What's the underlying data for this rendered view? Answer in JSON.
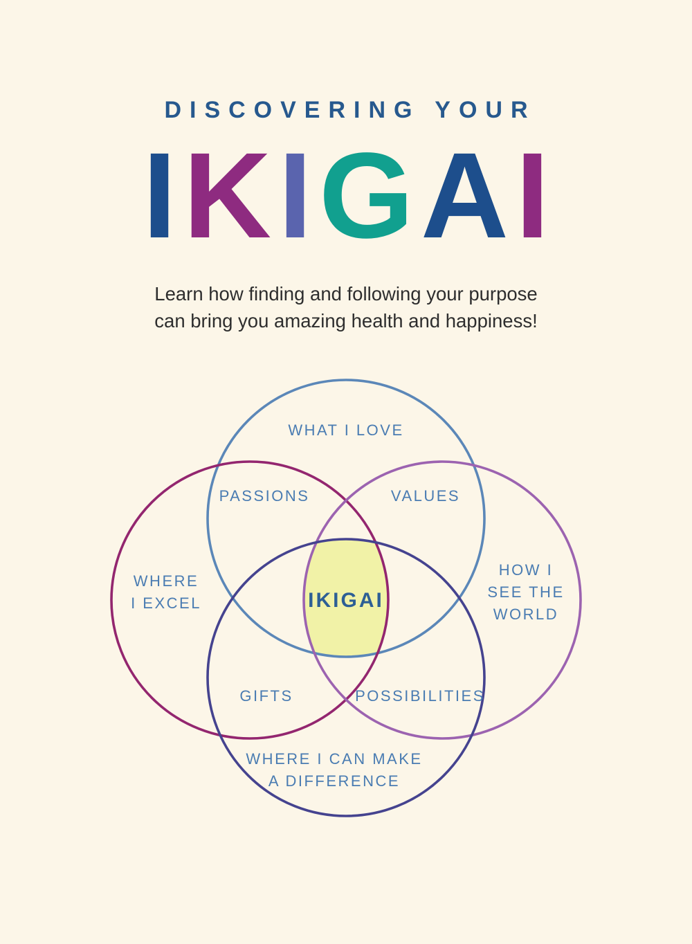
{
  "page": {
    "background": "#fcf6e8"
  },
  "header": {
    "eyebrow": "DISCOVERING YOUR",
    "eyebrow_color": "#27598e",
    "title_letters": [
      {
        "char": "I",
        "color": "#1d4e8c"
      },
      {
        "char": "K",
        "color": "#8e2b80"
      },
      {
        "char": "I",
        "color": "#5a64ae"
      },
      {
        "char": "G",
        "color": "#11a08f"
      },
      {
        "char": "A",
        "color": "#1d4e8c"
      },
      {
        "char": "I",
        "color": "#8e2b80"
      }
    ],
    "subtitle_line1": "Learn how finding and following your purpose",
    "subtitle_line2": "can bring you amazing health and happiness!",
    "subtitle_color": "#2e2e2e"
  },
  "venn": {
    "label_color": "#4a7cb2",
    "center_label_color": "#2d5f95",
    "center_fill": "#f1f2a7",
    "circles": {
      "love": {
        "stroke": "#5b87b8"
      },
      "excel": {
        "stroke": "#93266f"
      },
      "world": {
        "stroke": "#9c63b0"
      },
      "difference": {
        "stroke": "#45438f"
      }
    },
    "labels": {
      "what_i_love": "WHAT I LOVE",
      "passions": "PASSIONS",
      "values": "VALUES",
      "where_i_excel_1": "WHERE",
      "where_i_excel_2": "I EXCEL",
      "ikigai": "IKIGAI",
      "how_i_see_1": "HOW I",
      "how_i_see_2": "SEE THE",
      "how_i_see_3": "WORLD",
      "gifts": "GIFTS",
      "possibilities": "POSSIBILITIES",
      "difference_1": "WHERE I CAN MAKE",
      "difference_2": "A DIFFERENCE"
    }
  }
}
